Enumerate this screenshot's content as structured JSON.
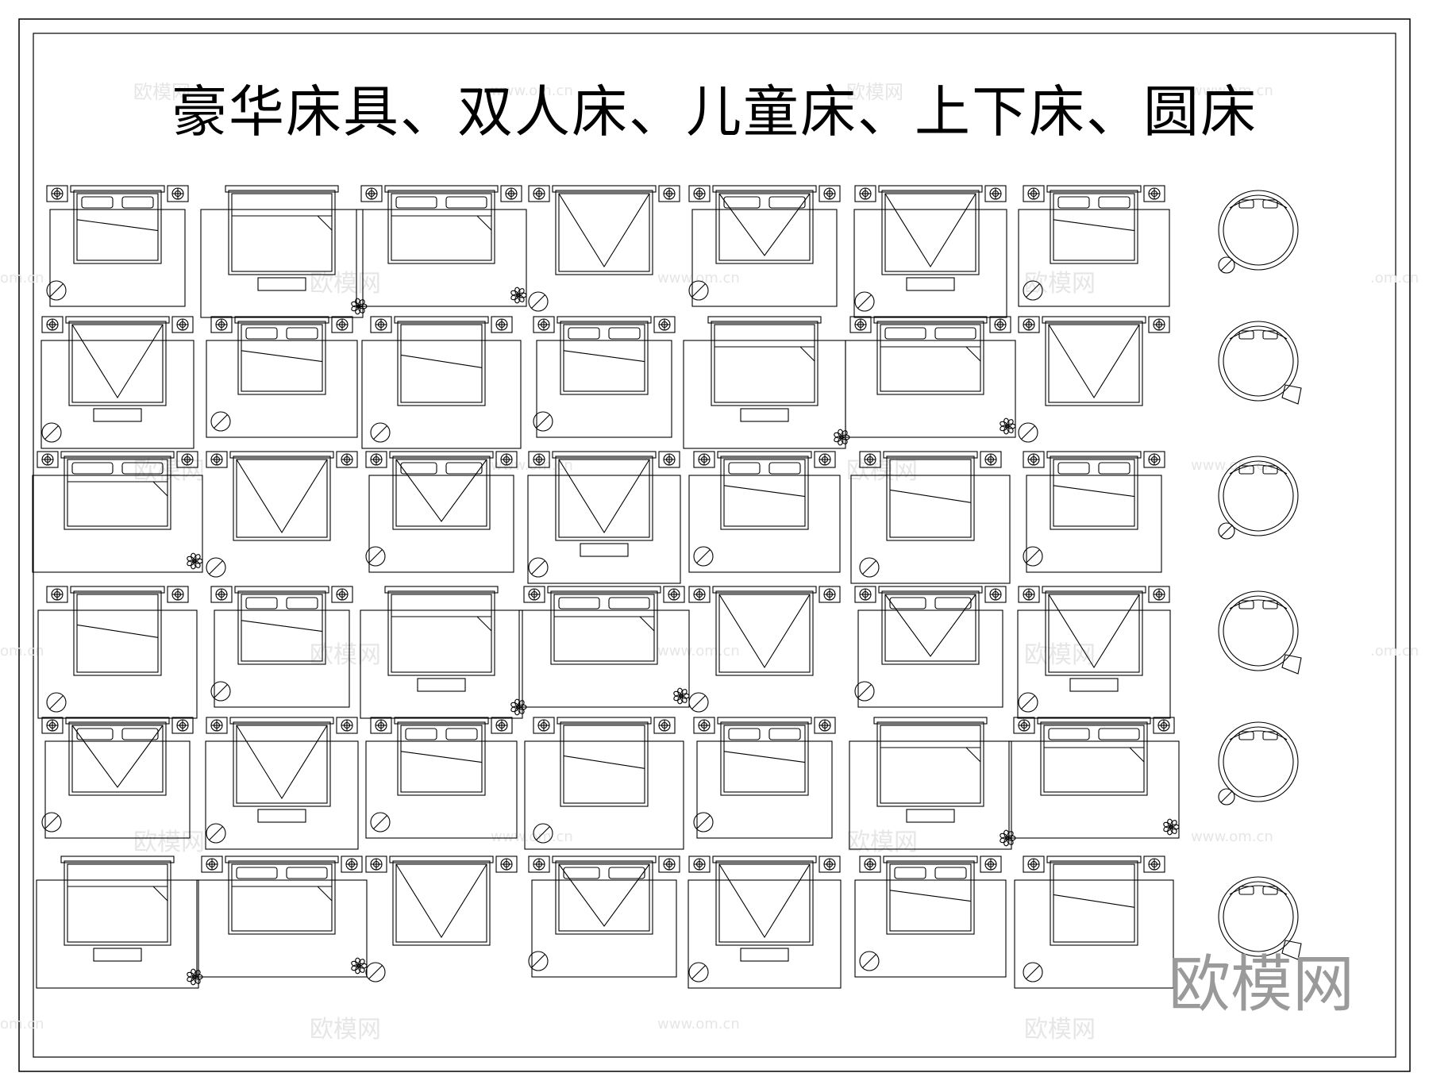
{
  "title": "豪华床具、双人床、儿童床、上下床、圆床",
  "watermark": {
    "brand": "欧模网",
    "url": "www.om.cn",
    "url_short": ".om.cn",
    "url_left": "om.cn",
    "brand_corner": "欧模网"
  },
  "grid": {
    "rows": 6,
    "cols": 8
  },
  "colors": {
    "line": "#000000",
    "watermark": "#e6e6e6",
    "corner_watermark": "#9a9a9a"
  }
}
